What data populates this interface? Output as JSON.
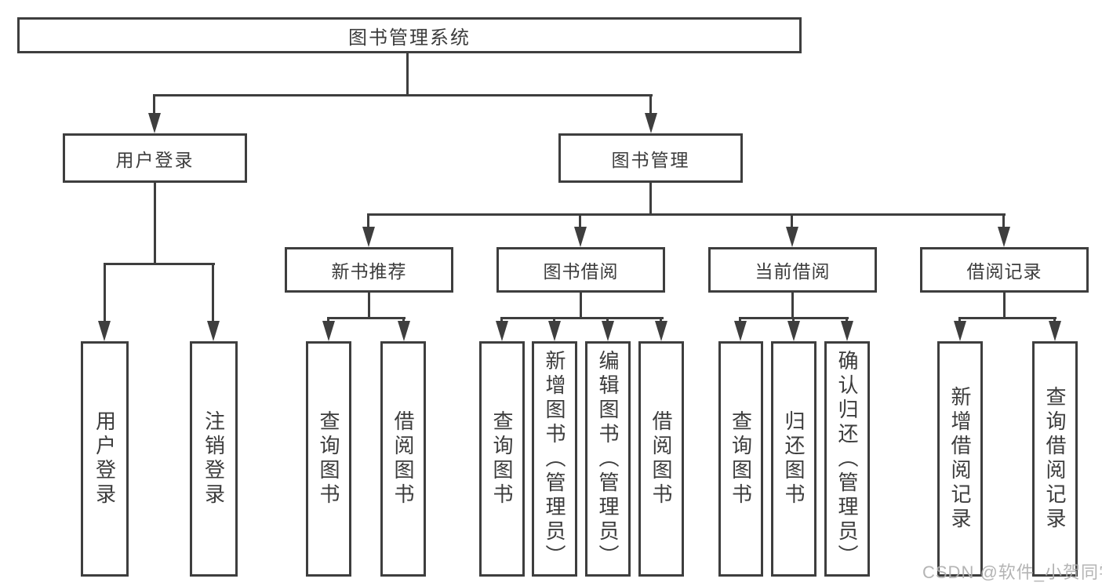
{
  "tree": {
    "root": {
      "label": "图书管理系统"
    },
    "branches": [
      {
        "label": "用户登录",
        "children": [
          {
            "label": "用户登录"
          },
          {
            "label": "注销登录"
          }
        ]
      },
      {
        "label": "图书管理",
        "children": [
          {
            "label": "新书推荐",
            "children": [
              {
                "label": "查询图书"
              },
              {
                "label": "借阅图书"
              }
            ]
          },
          {
            "label": "图书借阅",
            "children": [
              {
                "label": "查询图书"
              },
              {
                "label": "新增图书（管理员）"
              },
              {
                "label": "编辑图书（管理员）"
              },
              {
                "label": "借阅图书"
              }
            ]
          },
          {
            "label": "当前借阅",
            "children": [
              {
                "label": "查询图书"
              },
              {
                "label": "归还图书"
              },
              {
                "label": "确认归还（管理员）"
              }
            ]
          },
          {
            "label": "借阅记录",
            "children": [
              {
                "label": "新增借阅记录"
              },
              {
                "label": "查询借阅记录"
              }
            ]
          }
        ]
      }
    ]
  },
  "watermark": {
    "text": "CSDN @软件_小贺同学"
  },
  "colors": {
    "line": "#3e3e3e",
    "text": "#3c3c3c",
    "background": "#ffffff",
    "watermark": "#aeaeae"
  }
}
